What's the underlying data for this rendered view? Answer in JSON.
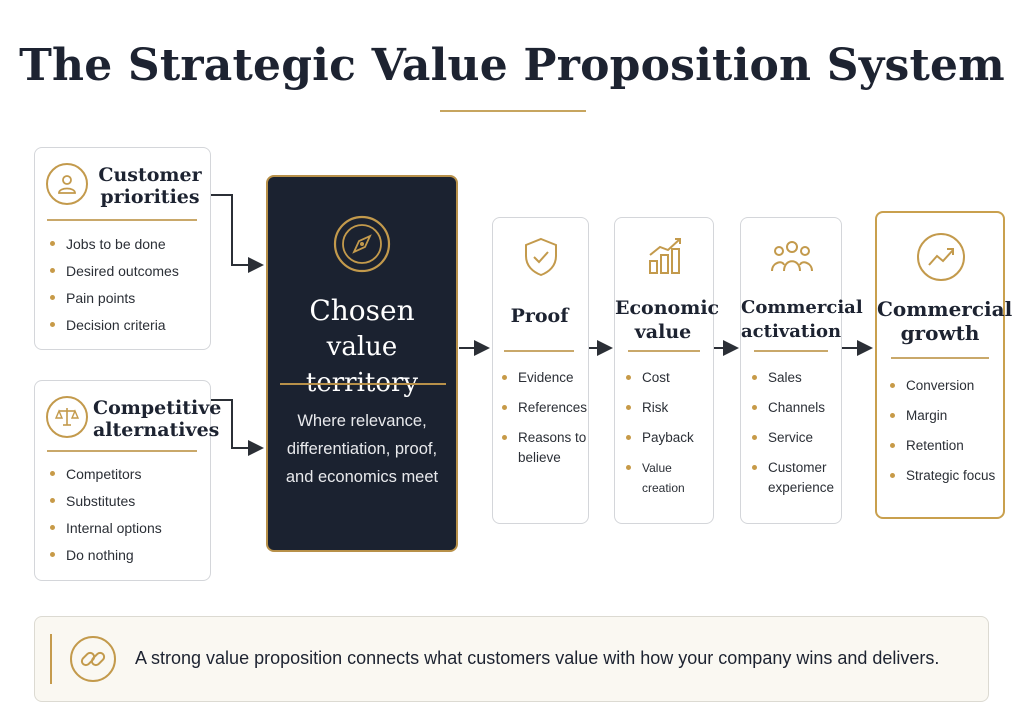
{
  "title": "The Strategic Value Proposition System",
  "inputs": [
    {
      "heading_line1": "Customer",
      "heading_line2": "priorities",
      "items": [
        "Jobs to be done",
        "Desired outcomes",
        "Pain points",
        "Decision criteria"
      ]
    },
    {
      "heading_line1": "Competitive",
      "heading_line2": "alternatives",
      "items": [
        "Competitors",
        "Substitutes",
        "Internal options",
        "Do nothing"
      ]
    }
  ],
  "core": {
    "title_line1": "Chosen",
    "title_line2": "value territory",
    "desc_line1": "Where relevance,",
    "desc_line2": "differentiation, proof,",
    "desc_line3": "and economics meet"
  },
  "steps": [
    {
      "heading_line1": "Proof",
      "heading_line2": "",
      "items": [
        "Evidence",
        "References",
        "Reasons to believe"
      ]
    },
    {
      "heading_line1": "Economic",
      "heading_line2": "value",
      "items": [
        "Cost",
        "Risk",
        "Payback",
        "Value creation"
      ]
    },
    {
      "heading_line1": "Commercial",
      "heading_line2": "activation",
      "items": [
        "Sales",
        "Channels",
        "Service",
        "Customer experience"
      ]
    },
    {
      "heading_line1": "Commercial",
      "heading_line2": "growth",
      "items": [
        "Conversion",
        "Margin",
        "Retention",
        "Strategic focus"
      ]
    }
  ],
  "banner": {
    "text": "A strong value proposition connects what customers value with how your company wins and delivers."
  },
  "colors": {
    "gold": "#c39a4c",
    "navy": "#1b2230",
    "banner_bg": "#faf8f2"
  },
  "icons": [
    "user-icon",
    "scales-icon",
    "compass-icon",
    "shield-check-icon",
    "bar-chart-icon",
    "people-icon",
    "trend-up-icon",
    "link-icon"
  ]
}
